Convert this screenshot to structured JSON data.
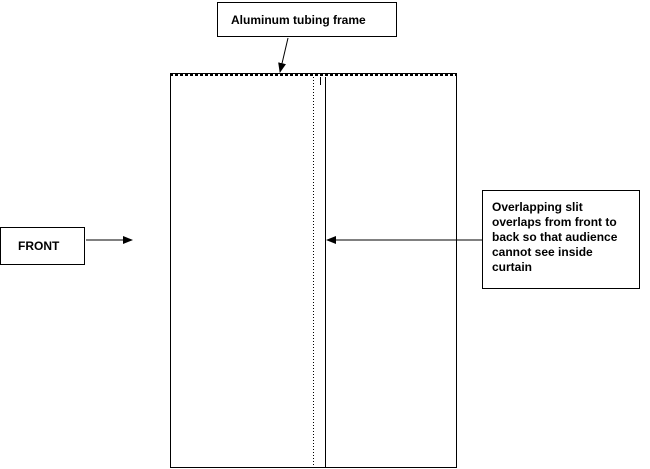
{
  "colors": {
    "stroke": "#000000",
    "background": "#ffffff"
  },
  "labels": {
    "frame": "Aluminum tubing frame",
    "front": "FRONT",
    "slit_lines": [
      "Overlapping slit",
      "overlaps from front to",
      "back so that audience",
      "cannot see inside",
      "curtain"
    ]
  }
}
